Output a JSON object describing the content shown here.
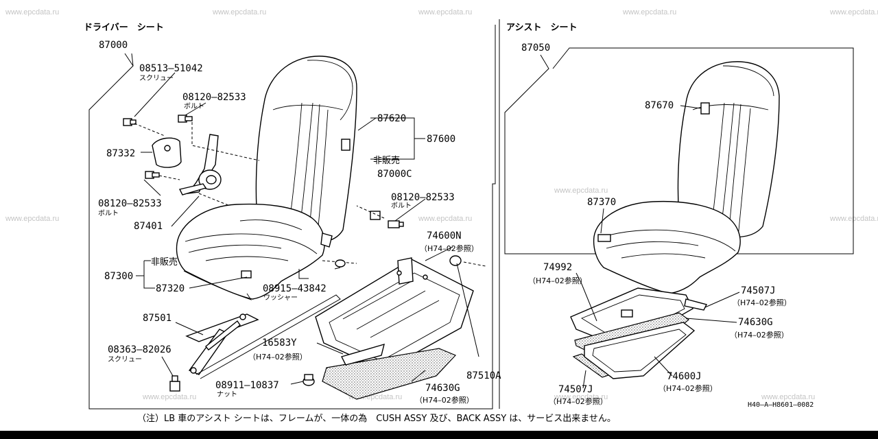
{
  "watermark": "www.epcdata.ru",
  "left_section": {
    "title": "ドライバー　シート",
    "assembly_number": "87000",
    "parts": {
      "screw_top": {
        "number": "08513–51042",
        "name": "スクリュー"
      },
      "bolt_top": {
        "number": "08120–82533",
        "name": "ボルト"
      },
      "cover": {
        "number": "87332"
      },
      "bolt_left": {
        "number": "08120–82533",
        "name": "ボルト"
      },
      "recliner": {
        "number": "87401"
      },
      "back_cover": {
        "number": "87620"
      },
      "back_assy": {
        "number": "87600"
      },
      "not_sold_back": {
        "label": "非販売"
      },
      "sub_assy": {
        "number": "87000C"
      },
      "bolt_right": {
        "number": "08120–82533",
        "name": "ボルト"
      },
      "cushion_assy": {
        "number": "87300"
      },
      "not_sold_cushion": {
        "label": "非販売"
      },
      "cushion_cover": {
        "number": "87320"
      },
      "washer": {
        "number": "08915–43842",
        "name": "ワッシャー"
      },
      "adjuster": {
        "number": "87501"
      },
      "screw_bottom": {
        "number": "08363–82026",
        "name": "スクリュー"
      },
      "frame_ref": {
        "number": "74600N",
        "ref": "（H74–02参照）"
      },
      "clip_ref": {
        "number": "16583Y",
        "ref": "（H74–02参照）"
      },
      "nut": {
        "number": "08911–10837",
        "name": "ナット"
      },
      "pad_ref": {
        "number": "74630G",
        "ref": "（H74–02参照）"
      },
      "rail": {
        "number": "87510A"
      }
    }
  },
  "right_section": {
    "title": "アシスト　シート",
    "assembly_number": "87050",
    "parts": {
      "back_cover": {
        "number": "87670"
      },
      "cushion_cover": {
        "number": "87370"
      },
      "frame_ref": {
        "number": "74992",
        "ref": "（H74–02参照）"
      },
      "bracket_ref": {
        "number": "74507J",
        "ref": "（H74–02参照）"
      },
      "pad_ref": {
        "number": "74630G",
        "ref": "（H74–02参照）"
      },
      "strip_ref": {
        "number": "74507J",
        "ref": "（H74–02参照）"
      },
      "base_ref": {
        "number": "74600J",
        "ref": "（H74–02参照）"
      }
    }
  },
  "footer_note": "（注）LB 車のアシスト シートは、フレームが、一体の為　CUSH ASSY 及び、BACK ASSY は、サービス出来ません。",
  "diagram_code": "H40–A–H8601–0082"
}
